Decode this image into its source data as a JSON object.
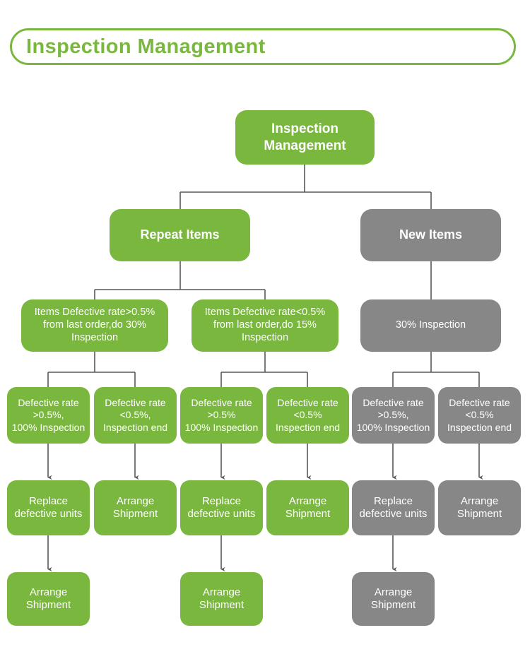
{
  "header": {
    "title": "Inspection Management",
    "border_color": "#7ab73e",
    "text_color": "#7ab73e"
  },
  "palette": {
    "green": "#7ab73e",
    "gray": "#878787",
    "connector": "#595959",
    "node_text": "#ffffff"
  },
  "diagram_data": {
    "type": "flowchart",
    "orientation": "top-down",
    "levels": 6,
    "nodes": {
      "root": {
        "label": "Inspection\nManagement",
        "color": "green"
      },
      "repeat_items": {
        "label": "Repeat Items",
        "color": "green"
      },
      "new_items": {
        "label": "New Items",
        "color": "gray"
      },
      "repeat_high": {
        "label": "Items Defective rate>0.5%\nfrom last order,do 30%\nInspection",
        "color": "green"
      },
      "repeat_low": {
        "label": "Items Defective rate<0.5%\nfrom last order,do 15%\nInspection",
        "color": "green"
      },
      "new_30": {
        "label": "30% Inspection",
        "color": "gray"
      },
      "c1": {
        "label": "Defective rate\n>0.5%,\n100% Inspection",
        "color": "green"
      },
      "c2": {
        "label": "Defective rate\n<0.5%,\nInspection end",
        "color": "green"
      },
      "c3": {
        "label": "Defective rate\n>0.5%\n100% Inspection",
        "color": "green"
      },
      "c4": {
        "label": "Defective rate\n<0.5%\nInspection end",
        "color": "green"
      },
      "c5": {
        "label": "Defective rate\n>0.5%,\n100% Inspection",
        "color": "gray"
      },
      "c6": {
        "label": "Defective rate\n<0.5%\nInspection end",
        "color": "gray"
      },
      "r1": {
        "label": "Replace\ndefective units",
        "color": "green"
      },
      "r2": {
        "label": "Arrange\nShipment",
        "color": "green"
      },
      "r3": {
        "label": "Replace\ndefective units",
        "color": "green"
      },
      "r4": {
        "label": "Arrange\nShipment",
        "color": "green"
      },
      "r5": {
        "label": "Replace\ndefective units",
        "color": "gray"
      },
      "r6": {
        "label": "Arrange\nShipment",
        "color": "gray"
      },
      "s1": {
        "label": "Arrange\nShipment",
        "color": "green"
      },
      "s2": {
        "label": "Arrange\nShipment",
        "color": "green"
      },
      "s3": {
        "label": "Arrange\nShipment",
        "color": "gray"
      }
    },
    "edges": [
      {
        "from": "root",
        "to": "repeat_items",
        "arrow": false
      },
      {
        "from": "root",
        "to": "new_items",
        "arrow": false
      },
      {
        "from": "repeat_items",
        "to": "repeat_high",
        "arrow": false
      },
      {
        "from": "repeat_items",
        "to": "repeat_low",
        "arrow": false
      },
      {
        "from": "new_items",
        "to": "new_30",
        "arrow": false
      },
      {
        "from": "repeat_high",
        "to": "c1",
        "arrow": false
      },
      {
        "from": "repeat_high",
        "to": "c2",
        "arrow": false
      },
      {
        "from": "repeat_low",
        "to": "c3",
        "arrow": false
      },
      {
        "from": "repeat_low",
        "to": "c4",
        "arrow": false
      },
      {
        "from": "new_30",
        "to": "c5",
        "arrow": false
      },
      {
        "from": "new_30",
        "to": "c6",
        "arrow": false
      },
      {
        "from": "c1",
        "to": "r1",
        "arrow": true
      },
      {
        "from": "c2",
        "to": "r2",
        "arrow": true
      },
      {
        "from": "c3",
        "to": "r3",
        "arrow": true
      },
      {
        "from": "c4",
        "to": "r4",
        "arrow": true
      },
      {
        "from": "c5",
        "to": "r5",
        "arrow": true
      },
      {
        "from": "c6",
        "to": "r6",
        "arrow": true
      },
      {
        "from": "r1",
        "to": "s1",
        "arrow": true
      },
      {
        "from": "r3",
        "to": "s2",
        "arrow": true
      },
      {
        "from": "r5",
        "to": "s3",
        "arrow": true
      }
    ]
  }
}
